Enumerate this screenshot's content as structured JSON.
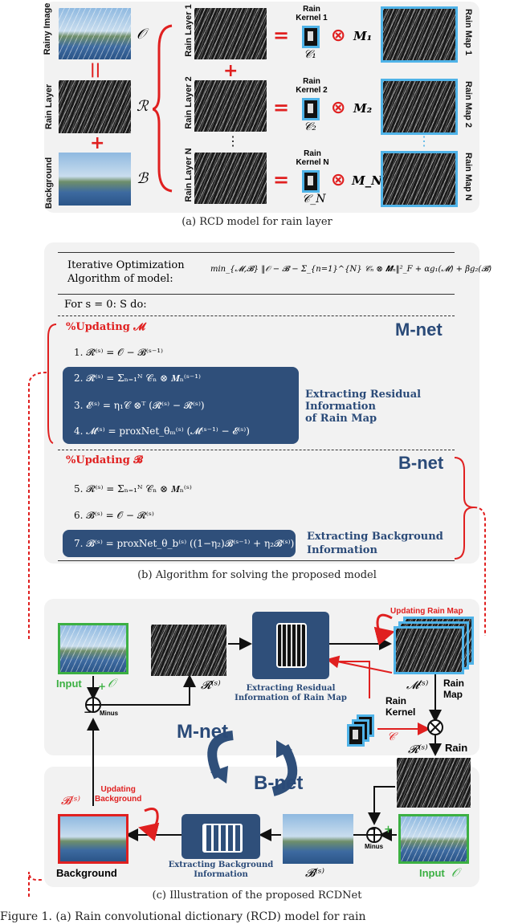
{
  "panel_a": {
    "rainy_image_label": "Rainy Image",
    "rain_layer_label": "Rain Layer",
    "background_label": "Background",
    "sym_O": "𝒪",
    "sym_R": "ℛ",
    "sym_B": "ℬ",
    "equals_vertical": "||",
    "plus": "+",
    "layers": [
      {
        "layer": "Rain Layer 1",
        "kernel": "Rain Kernel 1",
        "C": "𝒞₁",
        "M": "M₁",
        "map": "Rain Map 1"
      },
      {
        "layer": "Rain Layer 2",
        "kernel": "Rain Kernel 2",
        "C": "𝒞₂",
        "M": "M₂",
        "map": "Rain Map 2"
      },
      {
        "layer": "Rain Layer N",
        "kernel": "Rain Kernel N",
        "C": "𝒞_N",
        "M": "M_N",
        "map": "Rain Map N"
      }
    ],
    "equals": "=",
    "conv": "⊗",
    "dots": "⋮",
    "caption": "(a)  RCD model for rain layer"
  },
  "panel_b": {
    "header_left": "Iterative Optimization\nAlgorithm of model:",
    "header_formula": "min_{𝓜,𝓑} ‖𝒪 − 𝓑 − Σ_{n=1}^{N} 𝒞ₙ ⊗ 𝑴ₙ‖²_F + αg₁(𝓜) + βg₂(𝓑)",
    "for_line": "For  s = 0: S do:",
    "updating_M": "%Updating 𝓜",
    "updating_B": "%Updating 𝓑",
    "mnet": "M-net",
    "bnet": "B-net",
    "steps": [
      "1.    𝓡̂⁽ˢ⁾ = 𝒪 − 𝓑⁽ˢ⁻¹⁾",
      "2.    𝓡̃⁽ˢ⁾ = Σₙ₌₁ᴺ 𝒞ₙ ⊗ 𝑴ₙ⁽ˢ⁻¹⁾",
      "3.    𝓔⁽ˢ⁾ = η₁𝒞 ⊗ᵀ (𝓡̃⁽ˢ⁾ − 𝓡̂⁽ˢ⁾)",
      "4.    𝓜⁽ˢ⁾ = proxNet_θₘ⁽ˢ⁾ (𝓜⁽ˢ⁻¹⁾ − 𝓔⁽ˢ⁾)",
      "5.    𝓡⁽ˢ⁾ = Σₙ₌₁ᴺ 𝒞ₙ ⊗ 𝑴ₙ⁽ˢ⁾",
      "6.    𝓑̂⁽ˢ⁾ = 𝒪 − 𝓡⁽ˢ⁾",
      "7.    𝓑⁽ˢ⁾ = proxNet_θ_b⁽ˢ⁾ ((1−η₂)𝓑⁽ˢ⁻¹⁾ + η₂𝓑̂⁽ˢ⁾)"
    ],
    "extract_residual": "Extracting Residual\nInformation\nof Rain Map",
    "extract_background": "Extracting Background\nInformation",
    "caption": "(b)  Algorithm for solving the proposed model"
  },
  "panel_c": {
    "input_label": "Input",
    "sym_O": "𝒪",
    "plus_sign": "+",
    "minus_sign": "−",
    "minus_word": "Minus",
    "R_hat": "𝓡̂⁽ˢ⁾",
    "extract_residual": "Extracting Residual\nInformation of Rain Map",
    "updating_rain_map": "Updating Rain Map",
    "M_s": "𝓜⁽ˢ⁾",
    "rain_map": "Rain\nMap",
    "rain_kernel": "Rain\nKernel",
    "C": "𝒞",
    "rain": "Rain",
    "R_s": "𝓡⁽ˢ⁾",
    "mnet": "M-net",
    "bnet": "B-net",
    "B_s": "𝓑⁽ˢ⁾",
    "updating_background": "Updating\nBackground",
    "background": "Background",
    "extract_background": "Extracting Background\nInformation",
    "B_hat": "𝓑̂⁽ˢ⁾",
    "caption": "(c)  Illustration of the proposed RCDNet"
  },
  "figure_caption": "Figure 1.   (a) Rain convolutional dictionary (RCD) model for rain",
  "colors": {
    "accent_blue": "#4fb3e8",
    "dark_blue": "#2f4f7a",
    "red": "#e02020",
    "green": "#3cb043"
  }
}
